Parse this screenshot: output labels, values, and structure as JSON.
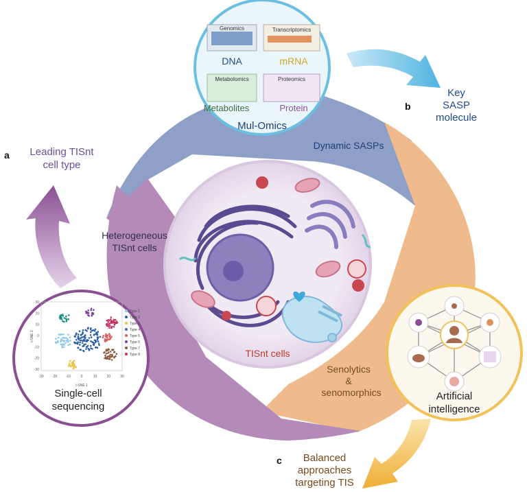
{
  "labels": {
    "panel_a": "a",
    "panel_b": "b",
    "panel_c": "c",
    "leading_1": "Leading TISnt",
    "leading_2": "cell type",
    "key_1": "Key",
    "key_2": "SASP",
    "key_3": "molecule",
    "balanced_1": "Balanced",
    "balanced_2": "approaches",
    "balanced_3": "targeting TIS",
    "dynamic": "Dynamic SASPs",
    "hetero_1": "Heterogeneous",
    "hetero_2": "TISnt cells",
    "seno_1": "Senolytics",
    "seno_2": "&",
    "seno_3": "senomorphics",
    "center": "TISnt cells"
  },
  "omics": {
    "title": "Mul-Omics",
    "genomics": "Genomics",
    "transcriptomics": "Transcriptomics",
    "metabolomics": "Metabolomics",
    "proteomics": "Proteomics",
    "dna": "DNA",
    "mrna": "mRNA",
    "metabolites": "Metabolites",
    "protein": "Protein"
  },
  "single_cell": {
    "title_1": "Single-cell",
    "title_2": "sequencing",
    "xlabel": "t-SNE 1",
    "ylabel": "t-SNE 2",
    "xticks": [
      "-30",
      "-20",
      "-10",
      "0",
      "10",
      "20",
      "30"
    ],
    "yticks": [
      "30",
      "20",
      "10",
      "0",
      "-10",
      "-20",
      "-30"
    ],
    "legend": [
      "Type 1",
      "Type 2",
      "Type 3",
      "Type 4",
      "Type 5",
      "Type 6",
      "Type 7",
      "Type 8"
    ]
  },
  "ai": {
    "title_1": "Artificial",
    "title_2": "intelligence"
  },
  "colors": {
    "blue_sector": "#8e9fc8",
    "orange_sector": "#efbb8c",
    "purple_sector": "#b48ab9",
    "omics_ring": "#6cbfe0",
    "sc_ring": "#8a4f93",
    "ai_ring": "#f1c15a",
    "purple_arrow": "#8a4f93",
    "blue_arrow": "#4fb3e0",
    "orange_arrow": "#f0b542"
  }
}
